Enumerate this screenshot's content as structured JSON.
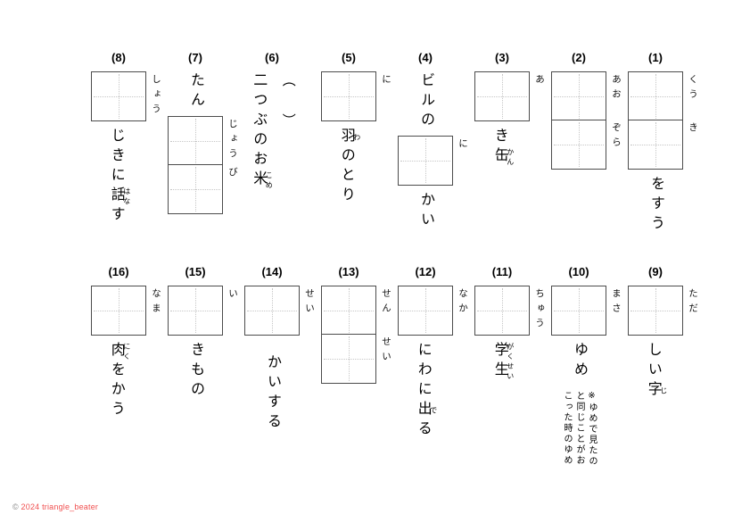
{
  "copyright": {
    "symbol": "©",
    "text": "2024 triangle_beater"
  },
  "colors": {
    "copyright_text": "#f05050",
    "box_border": "#4c4c4c",
    "guide_line": "#c6c6c6"
  },
  "rows": [
    {
      "name": "row-1",
      "problems": [
        {
          "number": "(1)",
          "parts": [
            {
              "type": "boxes",
              "cells": [
                {
                  "furigana": "くう"
                },
                {
                  "furigana": "き"
                }
              ]
            },
            {
              "type": "text",
              "segments": [
                {
                  "t": "をすう"
                }
              ]
            }
          ]
        },
        {
          "number": "(2)",
          "parts": [
            {
              "type": "boxes",
              "cells": [
                {
                  "furigana": "あお"
                },
                {
                  "furigana": "ぞら"
                }
              ]
            }
          ]
        },
        {
          "number": "(3)",
          "parts": [
            {
              "type": "boxes",
              "cells": [
                {
                  "furigana": "あ"
                }
              ]
            },
            {
              "type": "text",
              "segments": [
                {
                  "t": "き"
                },
                {
                  "t": "缶",
                  "r": "かん"
                }
              ]
            }
          ]
        },
        {
          "number": "(4)",
          "parts": [
            {
              "type": "text",
              "segments": [
                {
                  "t": "ビルの"
                }
              ]
            },
            {
              "type": "boxes",
              "cells": [
                {
                  "furigana": "に"
                }
              ]
            },
            {
              "type": "text",
              "segments": [
                {
                  "t": "かい"
                }
              ]
            }
          ]
        },
        {
          "number": "(5)",
          "parts": [
            {
              "type": "boxes",
              "cells": [
                {
                  "furigana": "に"
                }
              ]
            },
            {
              "type": "text",
              "segments": [
                {
                  "t": "羽",
                  "r": "わ"
                },
                {
                  "t": "のとり"
                }
              ]
            }
          ]
        },
        {
          "number": "(6)",
          "paren": {
            "open": "（",
            "close": "）"
          },
          "parts": [
            {
              "type": "text",
              "segments": [
                {
                  "t": "二つぶのお"
                },
                {
                  "t": "米",
                  "r": "こめ"
                }
              ]
            }
          ]
        },
        {
          "number": "(7)",
          "parts": [
            {
              "type": "text",
              "segments": [
                {
                  "t": "たん"
                }
              ]
            },
            {
              "type": "boxes",
              "cells": [
                {
                  "furigana": "じょう"
                },
                {
                  "furigana": "び"
                }
              ]
            }
          ]
        },
        {
          "number": "(8)",
          "parts": [
            {
              "type": "boxes",
              "cells": [
                {
                  "furigana": "しょう"
                }
              ]
            },
            {
              "type": "text",
              "segments": [
                {
                  "t": "じきに"
                },
                {
                  "t": "話",
                  "r": "はな"
                },
                {
                  "t": "す"
                }
              ]
            }
          ]
        }
      ]
    },
    {
      "name": "row-2",
      "problems": [
        {
          "number": "(9)",
          "parts": [
            {
              "type": "boxes",
              "cells": [
                {
                  "furigana": "ただ"
                }
              ]
            },
            {
              "type": "text",
              "segments": [
                {
                  "t": "しい"
                },
                {
                  "t": "字",
                  "r": "じ"
                }
              ]
            }
          ]
        },
        {
          "number": "(10)",
          "parts": [
            {
              "type": "boxes",
              "cells": [
                {
                  "furigana": "まさ"
                }
              ]
            },
            {
              "type": "text",
              "segments": [
                {
                  "t": "ゆめ"
                }
              ]
            },
            {
              "type": "note",
              "lines": [
                "※ゆめで見たの",
                "と同じことがお",
                "こった時のゆめ"
              ]
            }
          ]
        },
        {
          "number": "(11)",
          "parts": [
            {
              "type": "boxes",
              "cells": [
                {
                  "furigana": "ちゅう"
                }
              ]
            },
            {
              "type": "text",
              "segments": [
                {
                  "t": "学",
                  "r": "がく"
                },
                {
                  "t": "生",
                  "r": "せい"
                }
              ]
            }
          ]
        },
        {
          "number": "(12)",
          "parts": [
            {
              "type": "boxes",
              "cells": [
                {
                  "furigana": "なか"
                }
              ]
            },
            {
              "type": "text",
              "segments": [
                {
                  "t": "にわに"
                },
                {
                  "t": "出",
                  "r": "で"
                },
                {
                  "t": "る"
                }
              ]
            }
          ]
        },
        {
          "number": "(13)",
          "parts": [
            {
              "type": "boxes",
              "cells": [
                {
                  "furigana": "せん"
                },
                {
                  "furigana": "せい"
                }
              ]
            }
          ]
        },
        {
          "number": "(14)",
          "parts": [
            {
              "type": "boxes",
              "cells": [
                {
                  "furigana": "せい"
                }
              ]
            },
            {
              "type": "gap",
              "h": 14
            },
            {
              "type": "text",
              "segments": [
                {
                  "t": "かいする"
                }
              ]
            }
          ]
        },
        {
          "number": "(15)",
          "parts": [
            {
              "type": "boxes",
              "cells": [
                {
                  "furigana": "い"
                }
              ]
            },
            {
              "type": "text",
              "segments": [
                {
                  "t": "きもの"
                }
              ]
            }
          ]
        },
        {
          "number": "(16)",
          "parts": [
            {
              "type": "boxes",
              "cells": [
                {
                  "furigana": "なま"
                }
              ]
            },
            {
              "type": "text",
              "segments": [
                {
                  "t": "肉",
                  "r": "にく"
                },
                {
                  "t": "をかう"
                }
              ]
            }
          ]
        }
      ]
    }
  ]
}
